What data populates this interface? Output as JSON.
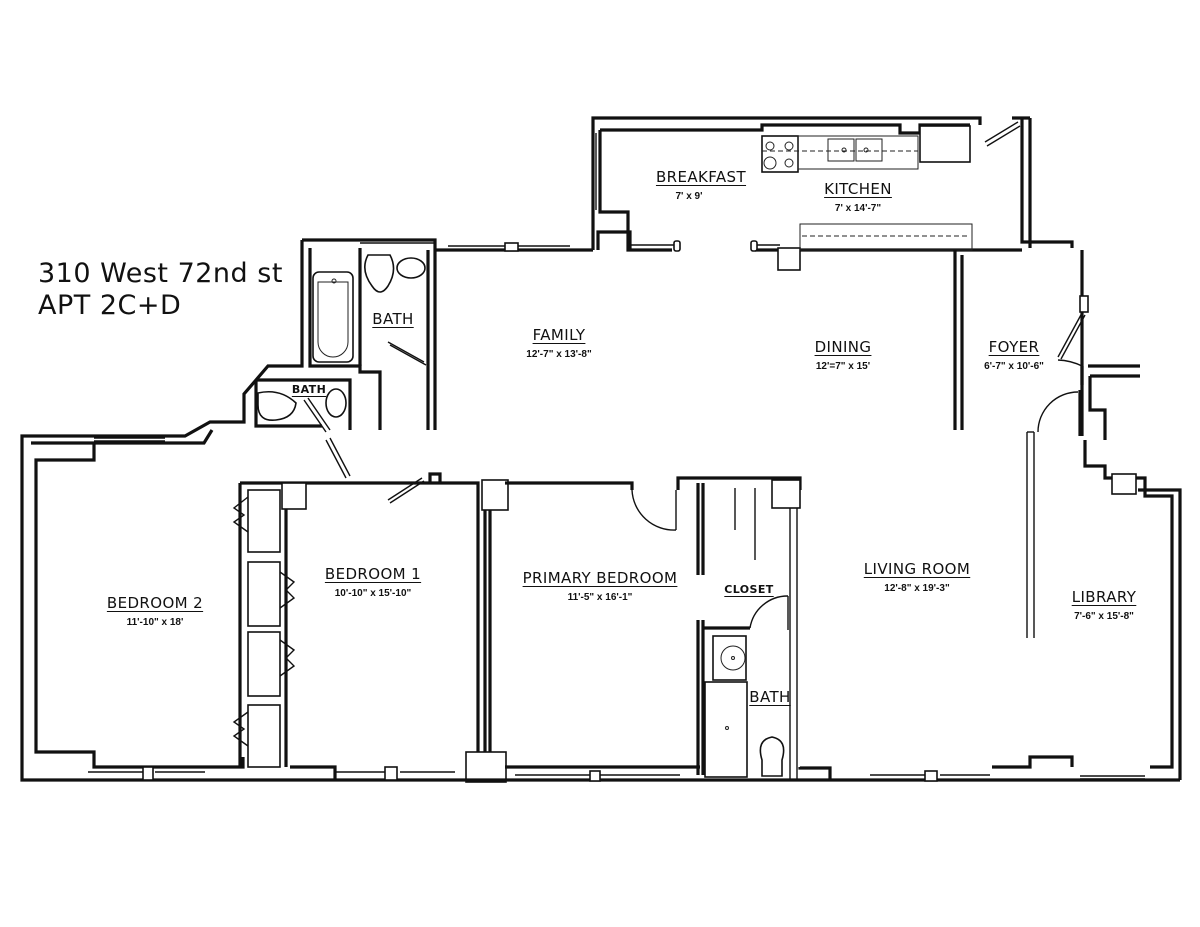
{
  "title": {
    "line1": "310 West 72nd st",
    "line2": "APT 2C+D"
  },
  "colors": {
    "line": "#111111",
    "background": "#ffffff"
  },
  "rooms": {
    "breakfast": {
      "name": "BREAKFAST",
      "dims": "7' x 9'"
    },
    "kitchen": {
      "name": "KITCHEN",
      "dims": "7' x 14'-7\""
    },
    "family": {
      "name": "FAMILY",
      "dims": "12'-7\" x 13'-8\""
    },
    "dining": {
      "name": "DINING",
      "dims": "12'=7\" x 15'"
    },
    "foyer": {
      "name": "FOYER",
      "dims": "6'-7\" x 10'-6\""
    },
    "bath_hall": {
      "name": "BATH"
    },
    "bath_small": {
      "name": "BATH"
    },
    "bedroom2": {
      "name": "BEDROOM  2",
      "dims": "11'-10\" x 18'"
    },
    "bedroom1": {
      "name": "BEDROOM  1",
      "dims": "10'-10\" x 15'-10\""
    },
    "primary_bedroom": {
      "name": "PRIMARY  BEDROOM",
      "dims": "11'-5\" x 16'-1\""
    },
    "closet": {
      "name": "CLOSET"
    },
    "bath_primary": {
      "name": "BATH"
    },
    "living_room": {
      "name": "LIVING  ROOM",
      "dims": "12'-8\" x 19'-3\""
    },
    "library": {
      "name": "LIBRARY",
      "dims": "7'-6\" x 15'-8\""
    }
  }
}
